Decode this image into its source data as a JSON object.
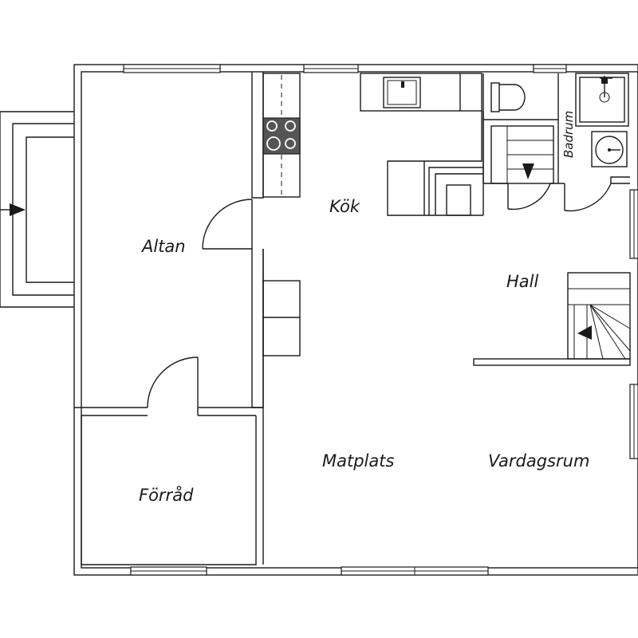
{
  "floor_plan": {
    "rooms": {
      "altan": "Altan",
      "kok": "Kök",
      "hall": "Hall",
      "forrad": "Förråd",
      "matplats": "Matplats",
      "vardagsrum": "Vardagsrum",
      "badrum": "Badrum"
    }
  }
}
